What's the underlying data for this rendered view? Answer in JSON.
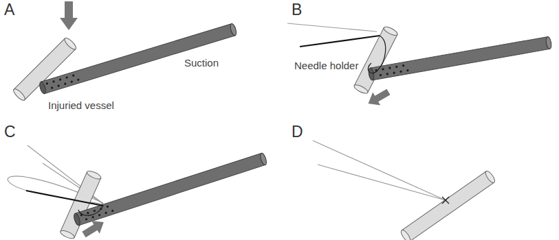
{
  "diagram": {
    "labels": [
      "A",
      "Suction",
      "Injuried vessel",
      "B",
      "Needle holder",
      "C",
      "D"
    ]
  }
}
